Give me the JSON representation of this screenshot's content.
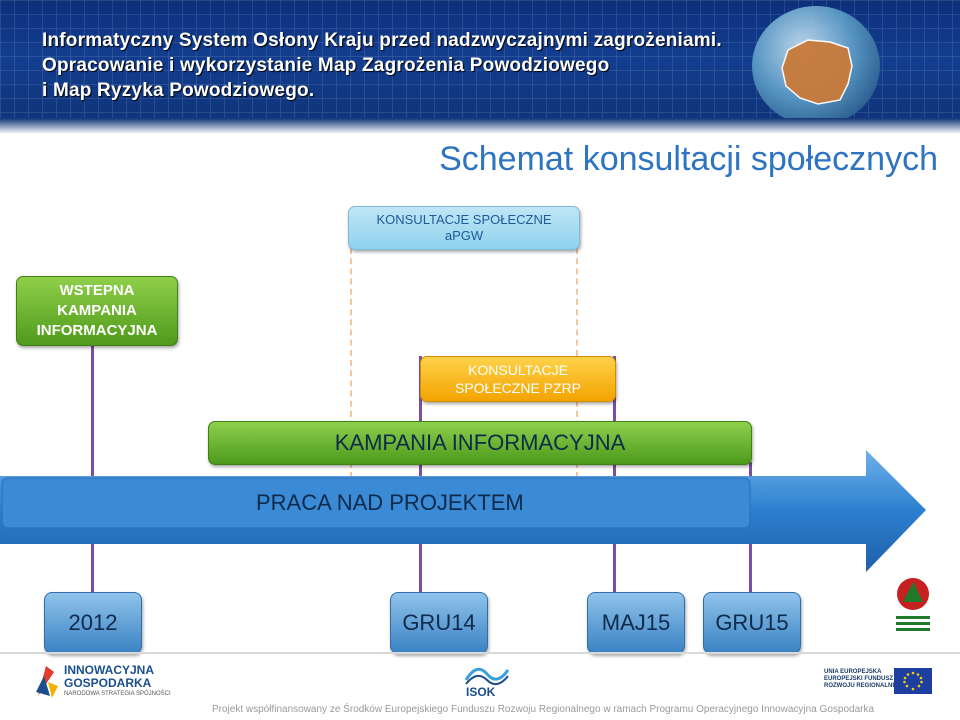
{
  "header": {
    "line1": "Informatyczny System Osłony Kraju przed nadzwyczajnymi zagrożeniami.",
    "line2": "Opracowanie i wykorzystanie Map Zagrożenia Powodziowego",
    "line3": "i Map Ryzyka Powodziowego."
  },
  "title": "Schemat konsultacji społecznych",
  "boxes": {
    "konsultacje_apgw_line1": "KONSULTACJE SPOŁECZNE",
    "konsultacje_apgw_line2": "aPGW",
    "wstepna_line1": "WSTEPNA",
    "wstepna_line2": "KAMPANIA",
    "wstepna_line3": "INFORMACYJNA",
    "pzrp_line1": "KONSULTACJE",
    "pzrp_line2": "SPOŁECZNE PZRP",
    "kampania": "KAMPANIA INFORMACYJNA",
    "praca": "PRACA  NAD PROJEKTEM"
  },
  "timeline": {
    "dates": [
      "2012",
      "GRU14",
      "MAJ15",
      "GRU15"
    ]
  },
  "footer": {
    "ig_line1": "INNOWACYJNA",
    "ig_line2": "GOSPODARKA",
    "ig_sub": "NARODOWA STRATEGIA SPÓJNOŚCI",
    "isok": "ISOK",
    "ue_line1": "UNIA EUROPEJSKA",
    "ue_line2": "EUROPEJSKI FUNDUSZ",
    "ue_line3": "ROZWOJU REGIONALNEGO",
    "note": "Projekt współfinansowany ze Środków Europejskiego Funduszu Rozwoju Regionalnego w ramach Programu Operacyjnego Innowacyjna Gospodarka"
  },
  "colors": {
    "header_bg": "#123d8f",
    "title": "#2f74c0",
    "green": "#6fb534",
    "blue_arrow": "#2c7fcf",
    "orange": "#f6b400",
    "light_blue": "#a8dcf2",
    "connector": "#7a4ea6"
  },
  "icons": [
    "globe-map-icon",
    "innowacyjna-gospodarka-logo",
    "isok-logo",
    "eu-flag-icon",
    "forest-logo"
  ]
}
